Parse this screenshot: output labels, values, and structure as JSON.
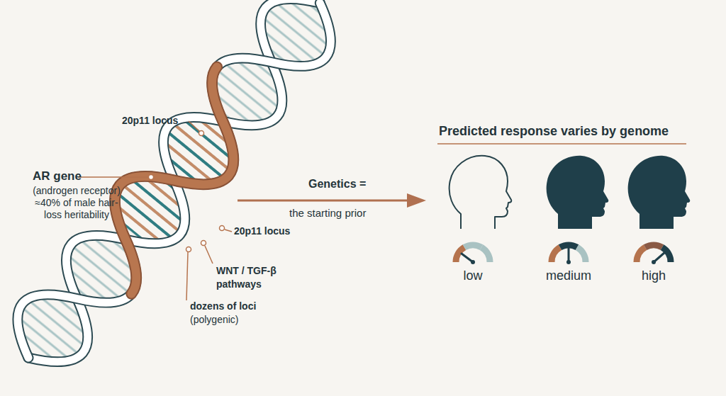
{
  "diagram": {
    "labels": [
      "20p11 locus",
      "AR gene",
      "(androgen receptor) ≈40% of male hair-loss heritability",
      "20p11 locus",
      "WNT / TGF-β pathways",
      "dozens of loci",
      "(polygenic)",
      "Genetics =",
      "the starting prior",
      "Predicted response varies by genome",
      "low",
      "medium",
      "high"
    ]
  }
}
